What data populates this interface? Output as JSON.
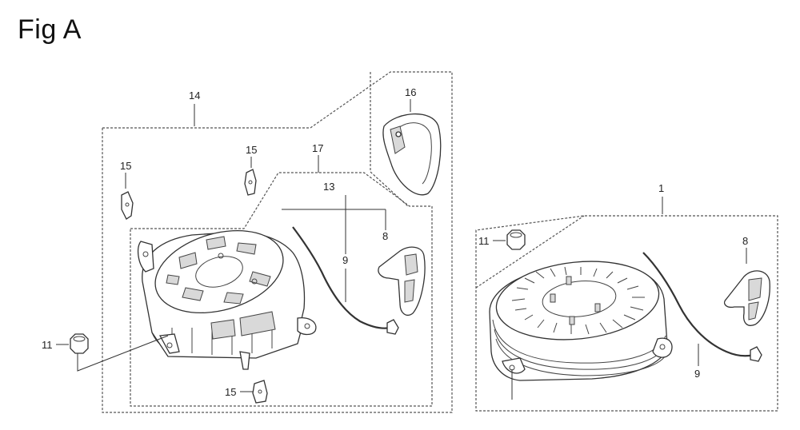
{
  "figure": {
    "title": "Fig A"
  },
  "callouts": {
    "c14": "14",
    "c16": "16",
    "c15a": "15",
    "c15b": "15",
    "c17": "17",
    "c13": "13",
    "c9a": "9",
    "c8a": "8",
    "c11a": "11",
    "c15c": "15",
    "c1": "1",
    "c11b": "11",
    "c8b": "8",
    "c9b": "9"
  }
}
